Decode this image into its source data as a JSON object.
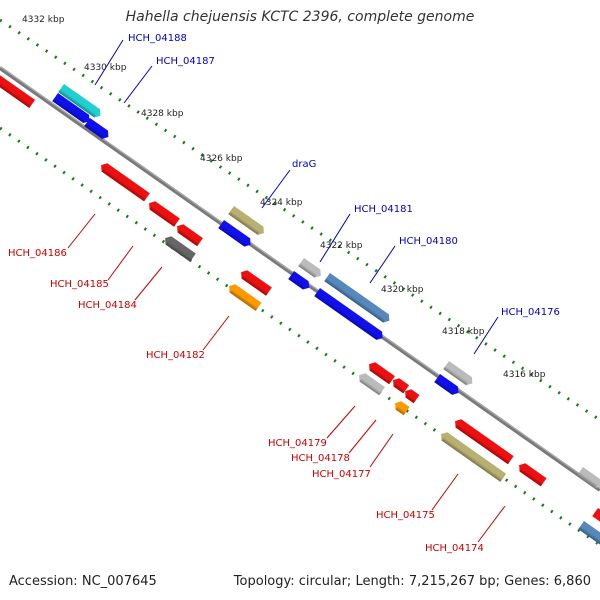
{
  "title": "Hahella chejuensis KCTC 2396, complete genome",
  "footer": {
    "accession_label": "Accession:",
    "accession": "NC_007645",
    "topology_label": "Topology:",
    "topology": "circular",
    "length_label": "Length:",
    "length": "7,215,267 bp",
    "genes_label": "Genes:",
    "genes": "6,860"
  },
  "ruler_labels": [
    "4332 kbp",
    "4330 kbp",
    "4328 kbp",
    "4326 kbp",
    "4324 kbp",
    "4322 kbp",
    "4320 kbp",
    "4318 kbp",
    "4316 kbp"
  ],
  "gene_labels_forward": [
    "HCH_04188",
    "HCH_04187",
    "draG",
    "HCH_04181",
    "HCH_04180",
    "HCH_04176"
  ],
  "gene_labels_reverse": [
    "HCH_04186",
    "HCH_04185",
    "HCH_04184",
    "HCH_04182",
    "HCH_04179",
    "HCH_04178",
    "HCH_04177",
    "HCH_04175",
    "HCH_04174"
  ],
  "colors": {
    "forward_label": "#0000cc",
    "reverse_label": "#cc0000",
    "forward_gene": "#1010ee",
    "reverse_gene": "#ee1010",
    "tick": "#228822",
    "backbone": "#808080",
    "cyan_gene": "#22cccc",
    "steel_gene": "#5588bb",
    "olive_gene": "#b8b070",
    "gray_gene": "#bbbbbb",
    "dark_gray_gene": "#666666",
    "orange_gene": "#ff9900"
  }
}
